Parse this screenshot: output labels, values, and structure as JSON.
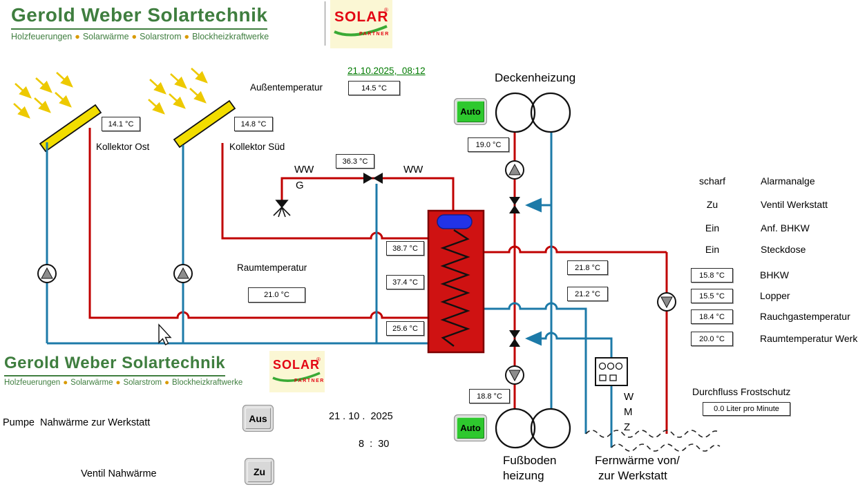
{
  "brand": {
    "company": "Gerold Weber Solartechnik",
    "bullet": "●",
    "tagline": [
      "Holzfeuerungen",
      "Solarwärme",
      "Solarstrom",
      "Blockheizkraftwerke"
    ],
    "partner_word": "SOLAR",
    "partner_sub": "PARTNER",
    "partner_reg": "®"
  },
  "top": {
    "datetime": "21.10.2025,  08:12",
    "aussentemperatur_label": "Außentemperatur",
    "aussentemperatur_value": "14.5 °C"
  },
  "collectors": {
    "ost_label": "Kollektor Ost",
    "ost_value": "14.1 °C",
    "sued_label": "Kollektor Süd",
    "sued_value": "14.8 °C"
  },
  "ww": {
    "left_label": "WW",
    "g_label": "G",
    "right_label": "WW",
    "temp": "36.3 °C"
  },
  "decken": {
    "title": "Deckenheizung",
    "auto": "Auto",
    "temp": "19.0 °C"
  },
  "raum": {
    "label": "Raumtemperatur",
    "value": "21.0 °C"
  },
  "tank": {
    "t1": "38.7 °C",
    "t2": "37.4 °C",
    "t3": "25.6 °C"
  },
  "fern": {
    "t_supply": "21.8 °C",
    "t_return": "21.2 °C"
  },
  "status": [
    {
      "state": "scharf",
      "label": "Alarmanalge"
    },
    {
      "state": "Zu",
      "label": "Ventil Werkstatt"
    },
    {
      "state": "Ein",
      "label": "Anf. BHKW"
    },
    {
      "state": "Ein",
      "label": "Steckdose"
    }
  ],
  "measurements": [
    {
      "value": "15.8 °C",
      "label": "BHKW"
    },
    {
      "value": "15.5 °C",
      "label": "Lopper"
    },
    {
      "value": "18.4 °C",
      "label": "Rauchgastemperatur"
    },
    {
      "value": "20.0 °C",
      "label": "Raumtemperatur Werk"
    }
  ],
  "bottom": {
    "pump_label": "Pumpe  Nahwärme zur Werkstatt",
    "pump_state": "Aus",
    "valve_label": "Ventil Nahwärme",
    "valve_state": "Zu",
    "date": "21 . 10 .  2025",
    "time": "8  :  30",
    "fussboden_auto": "Auto",
    "fussboden_temp": "18.8 °C",
    "fussboden_line1": "Fußboden",
    "fussboden_line2": "heizung",
    "fernwaerme_line1": "Fernwärme von/",
    "fernwaerme_line2": "zur Werkstatt",
    "wmz": [
      "W",
      "M",
      "Z"
    ],
    "frost_label": "Durchfluss Frostschutz",
    "frost_value": "0.0 Liter pro Minute"
  },
  "colors": {
    "pipe_hot": "#c00000",
    "pipe_cold": "#1c7aa8",
    "collector": "#f2dd00",
    "boiler": "#cf1212"
  }
}
